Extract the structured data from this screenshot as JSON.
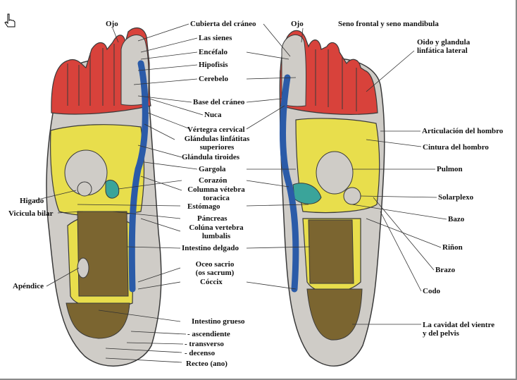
{
  "colors": {
    "toes_red": "#d8423b",
    "yellow": "#e8de4c",
    "brown": "#7b6530",
    "blue": "#2b5ba8",
    "teal": "#3aa49a",
    "grey": "#cfccc7",
    "outline": "#3a3a3a"
  },
  "labels": {
    "left": {
      "higado": "Higado",
      "vicicula": "Vicicula bilar",
      "apendice": "Apéndice"
    },
    "center": {
      "ojo": "Ojo",
      "cubierta": "Cubierta del cráneo",
      "sienes": "Las sienes",
      "encefalo": "Encéfalo",
      "hipofisis": "Hipofisis",
      "cerebelo": "Cerebelo",
      "base": "Base del cráneo",
      "nuca": "Nuca",
      "vertegra": "Vértegra cervical",
      "glandulas_1": "Glándulas linfátitas",
      "glandulas_2": "superiores",
      "tiroides": "Glándula tiroides",
      "gargola": "Gargola",
      "corazon": "Corazón",
      "columna_1": "Columna vétebra",
      "columna_2": "toracica",
      "estomago": "Estómago",
      "pancreas": "Páncreas",
      "columna_lumb_1": "Colúna vertebra",
      "columna_lumb_2": "lumbalis",
      "intestino_delgado": "Intestino delgado",
      "oceo_1": "Oceo sacrio",
      "oceo_2": "(os sacrum)",
      "coccix": "Cóccix",
      "intestino_grueso": "Intestino grueso",
      "ascendiente": "- ascendiente",
      "transverso": "- transverso",
      "decenso": "- decenso",
      "recteo": "Recteo (ano)"
    },
    "right": {
      "ojo": "Ojo",
      "seno": "Seno frontal y seno mandibula",
      "oido_1": "Oido y glandula",
      "oido_2": "linfática lateral",
      "articulacion": "Articulación del hombro",
      "cintura": "Cintura del hombro",
      "pulmon": "Pulmon",
      "solarplexo": "Solarplexo",
      "bazo": "Bazo",
      "rinon": "Riñon",
      "brazo": "Brazo",
      "codo": "Codo",
      "cavidad_1": "La cavidat del vientre",
      "cavidad_2": "y del pelvis"
    }
  }
}
